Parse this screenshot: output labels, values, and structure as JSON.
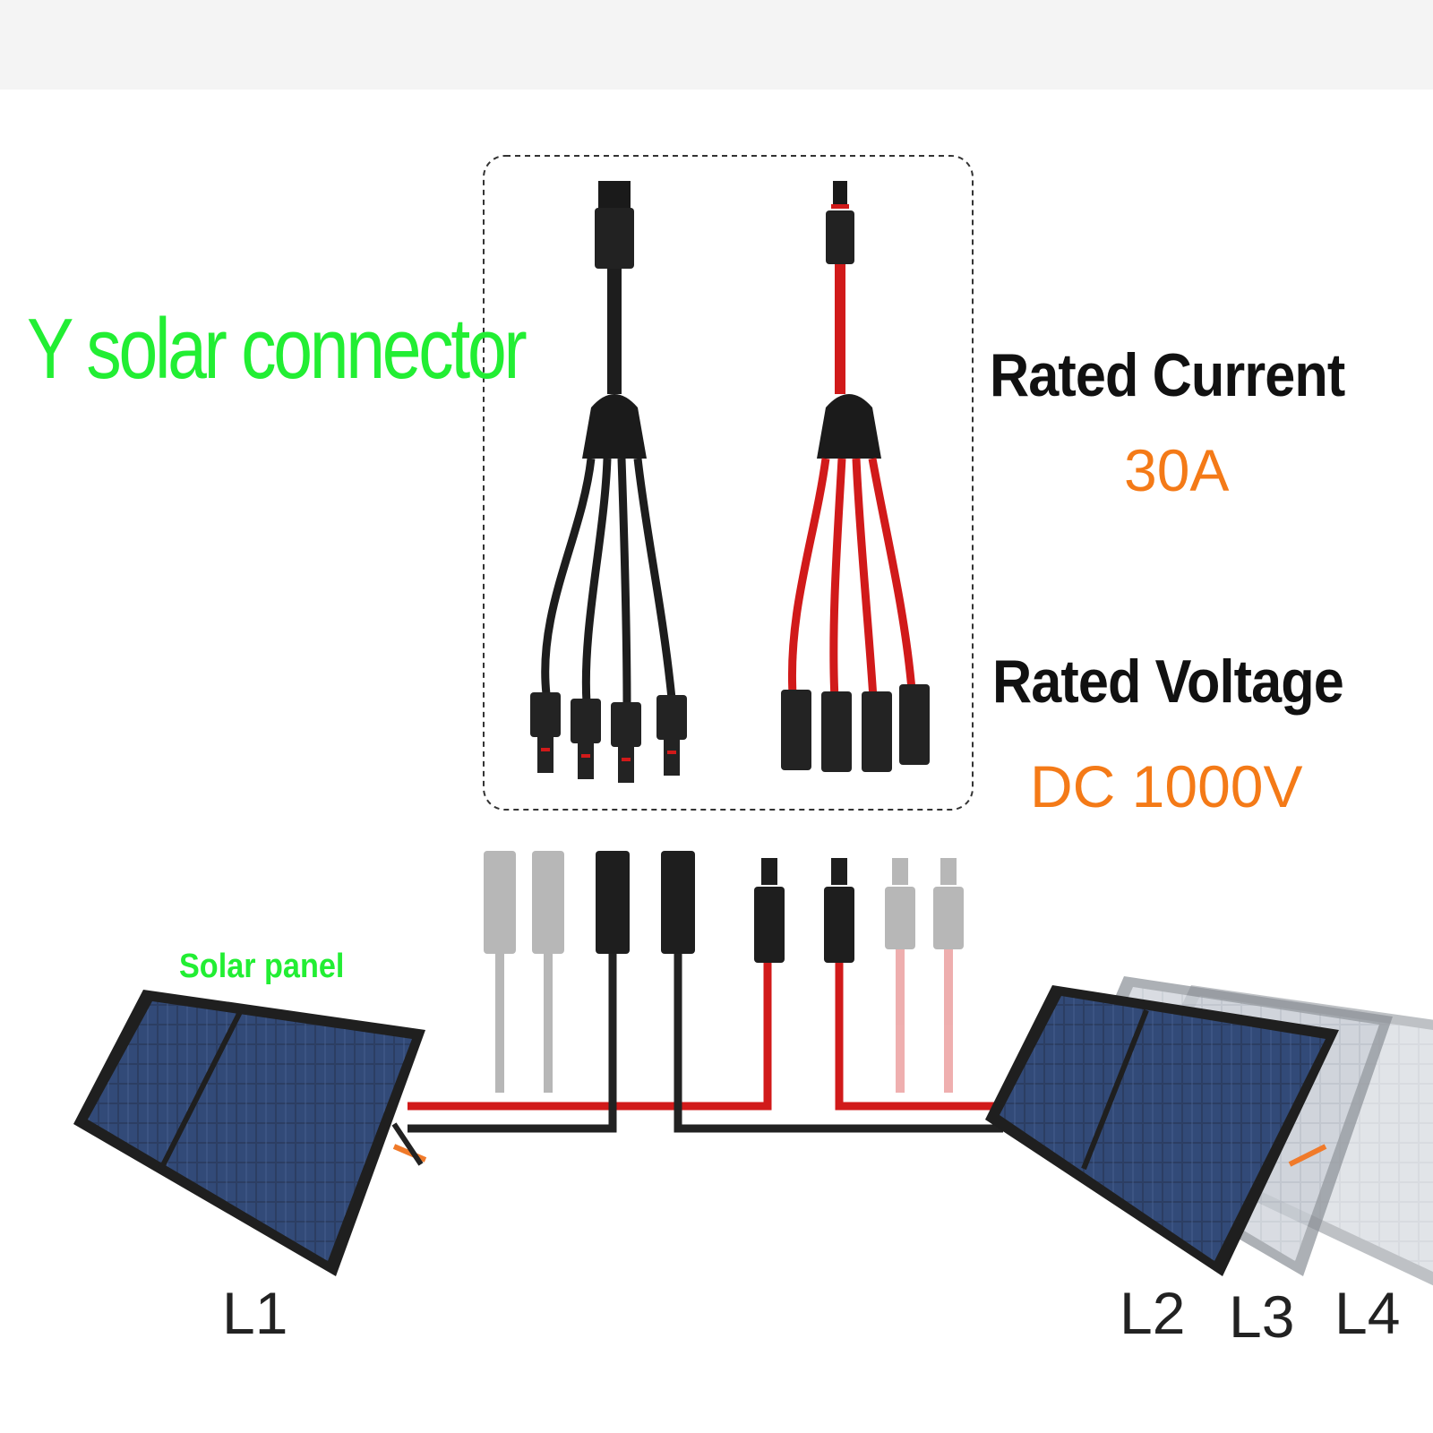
{
  "title": "Y solar connector",
  "specs": {
    "current_label": "Rated Current",
    "current_value": "30A",
    "voltage_label": "Rated Voltage",
    "voltage_value": "DC 1000V"
  },
  "solar_panel_label": "Solar panel",
  "panel_labels": [
    "L1",
    "L2",
    "L3",
    "L4"
  ],
  "colors": {
    "title": "#22ee33",
    "spec_value": "#f47a17",
    "cable_positive": "#d11a1a",
    "cable_negative": "#222222"
  }
}
